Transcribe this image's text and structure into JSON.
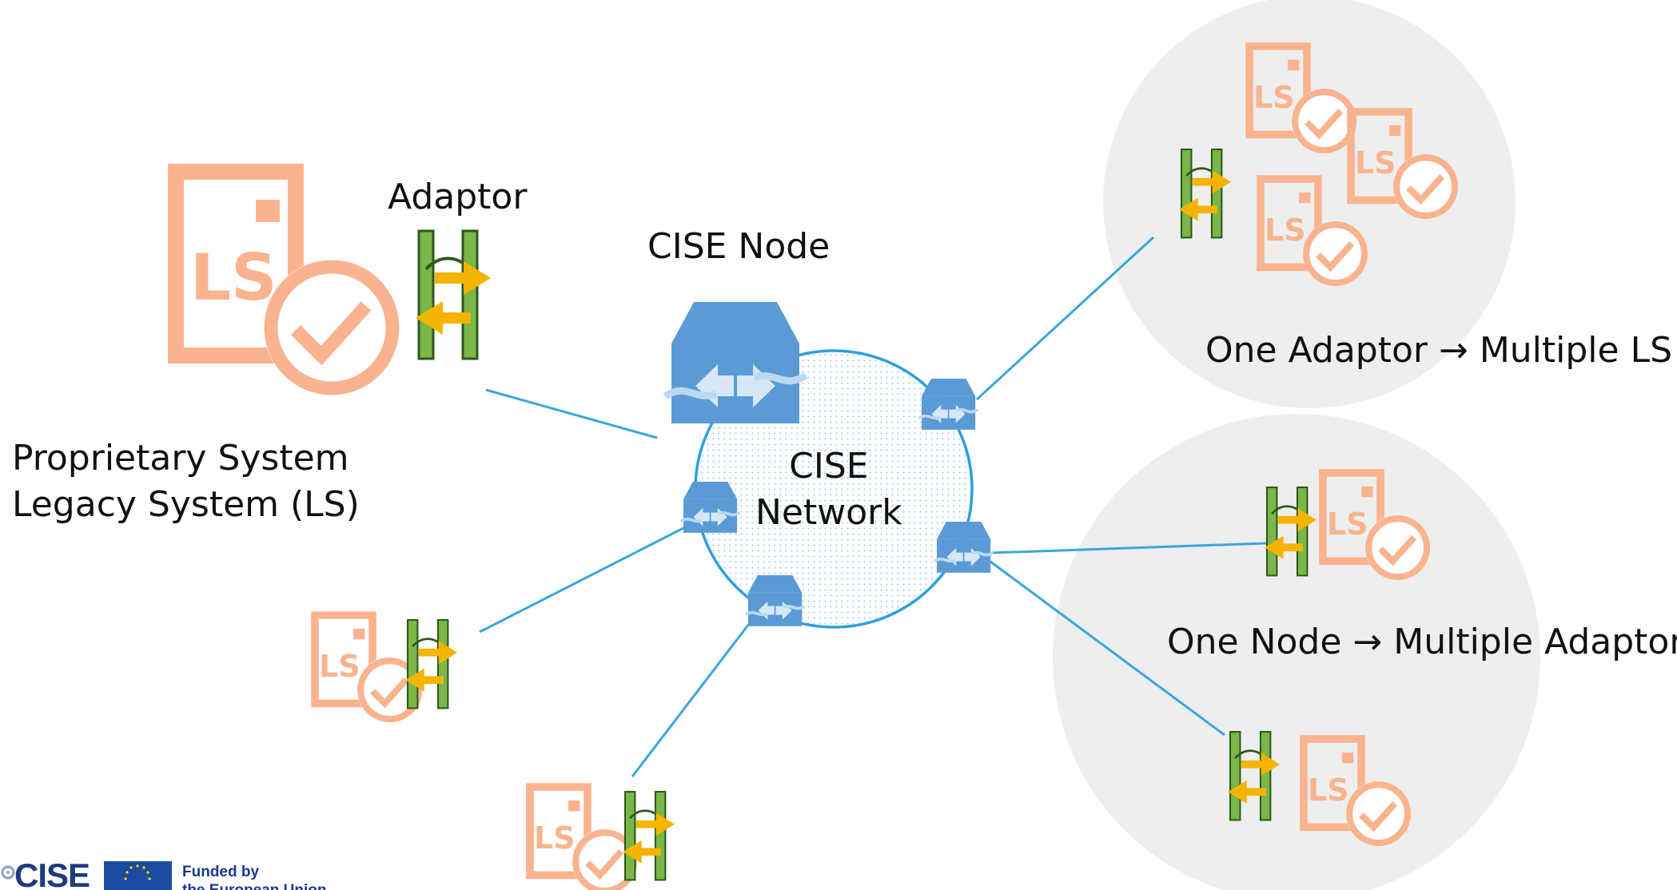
{
  "labels": {
    "adaptor": "Adaptor",
    "cise_node": "CISE Node",
    "cise_network_line1": "CISE",
    "cise_network_line2": "Network",
    "ls_line1": "Proprietary System",
    "ls_line2": "Legacy System (LS)",
    "one_adaptor": "One Adaptor → Multiple LS",
    "one_node": "One Node → Multiple Adaptors"
  },
  "icon_text": {
    "ls": "LS"
  },
  "logo": {
    "cise": "CISE",
    "funded_line1": "Funded by",
    "funded_line2": "the European Union"
  },
  "colors": {
    "ls_orange": "#f9b48f",
    "adaptor_green": "#7ab648",
    "arrow_yellow": "#f5b400",
    "node_blue": "#5b9bd5",
    "network_border": "#2e9fe0",
    "line_blue": "#3aa6dc",
    "group_gray": "#eeeeee",
    "eu_blue": "#1a4ba0"
  }
}
